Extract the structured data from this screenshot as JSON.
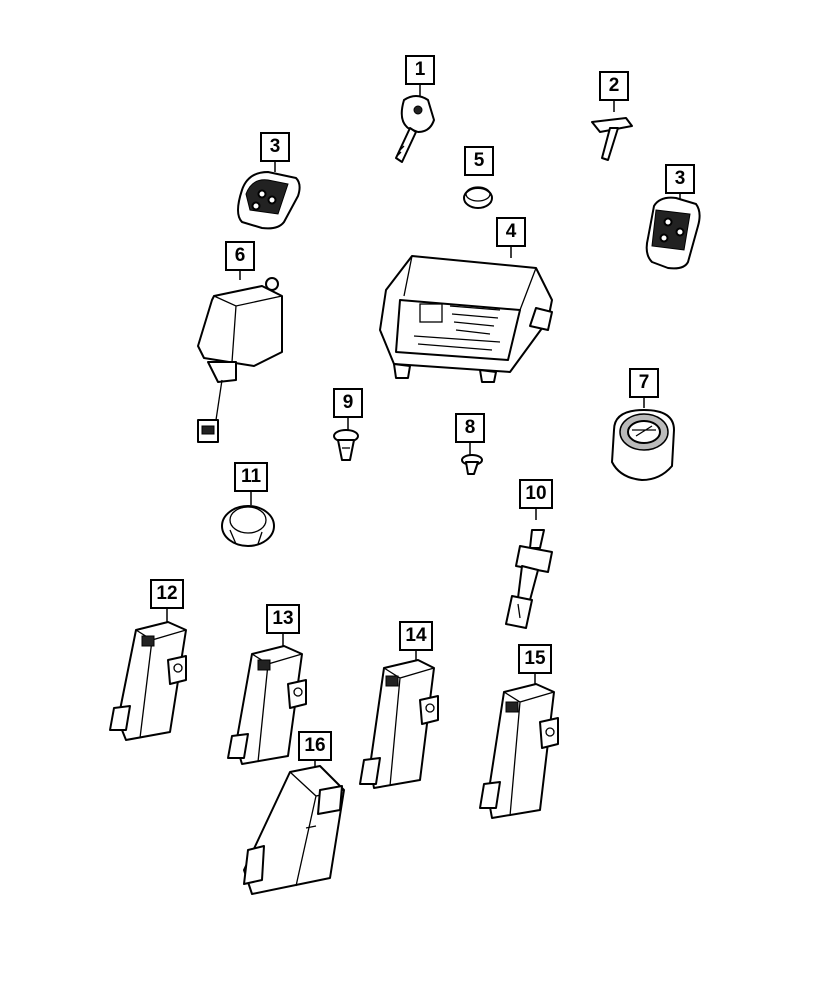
{
  "callouts": [
    {
      "id": "c1",
      "label": "1"
    },
    {
      "id": "c2",
      "label": "2"
    },
    {
      "id": "c3a",
      "label": "3"
    },
    {
      "id": "c3b",
      "label": "3"
    },
    {
      "id": "c4",
      "label": "4"
    },
    {
      "id": "c5",
      "label": "5"
    },
    {
      "id": "c6",
      "label": "6"
    },
    {
      "id": "c7",
      "label": "7"
    },
    {
      "id": "c8",
      "label": "8"
    },
    {
      "id": "c9",
      "label": "9"
    },
    {
      "id": "c10",
      "label": "10"
    },
    {
      "id": "c11",
      "label": "11"
    },
    {
      "id": "c12",
      "label": "12"
    },
    {
      "id": "c13",
      "label": "13"
    },
    {
      "id": "c14",
      "label": "14"
    },
    {
      "id": "c15",
      "label": "15"
    },
    {
      "id": "c16",
      "label": "16"
    }
  ]
}
